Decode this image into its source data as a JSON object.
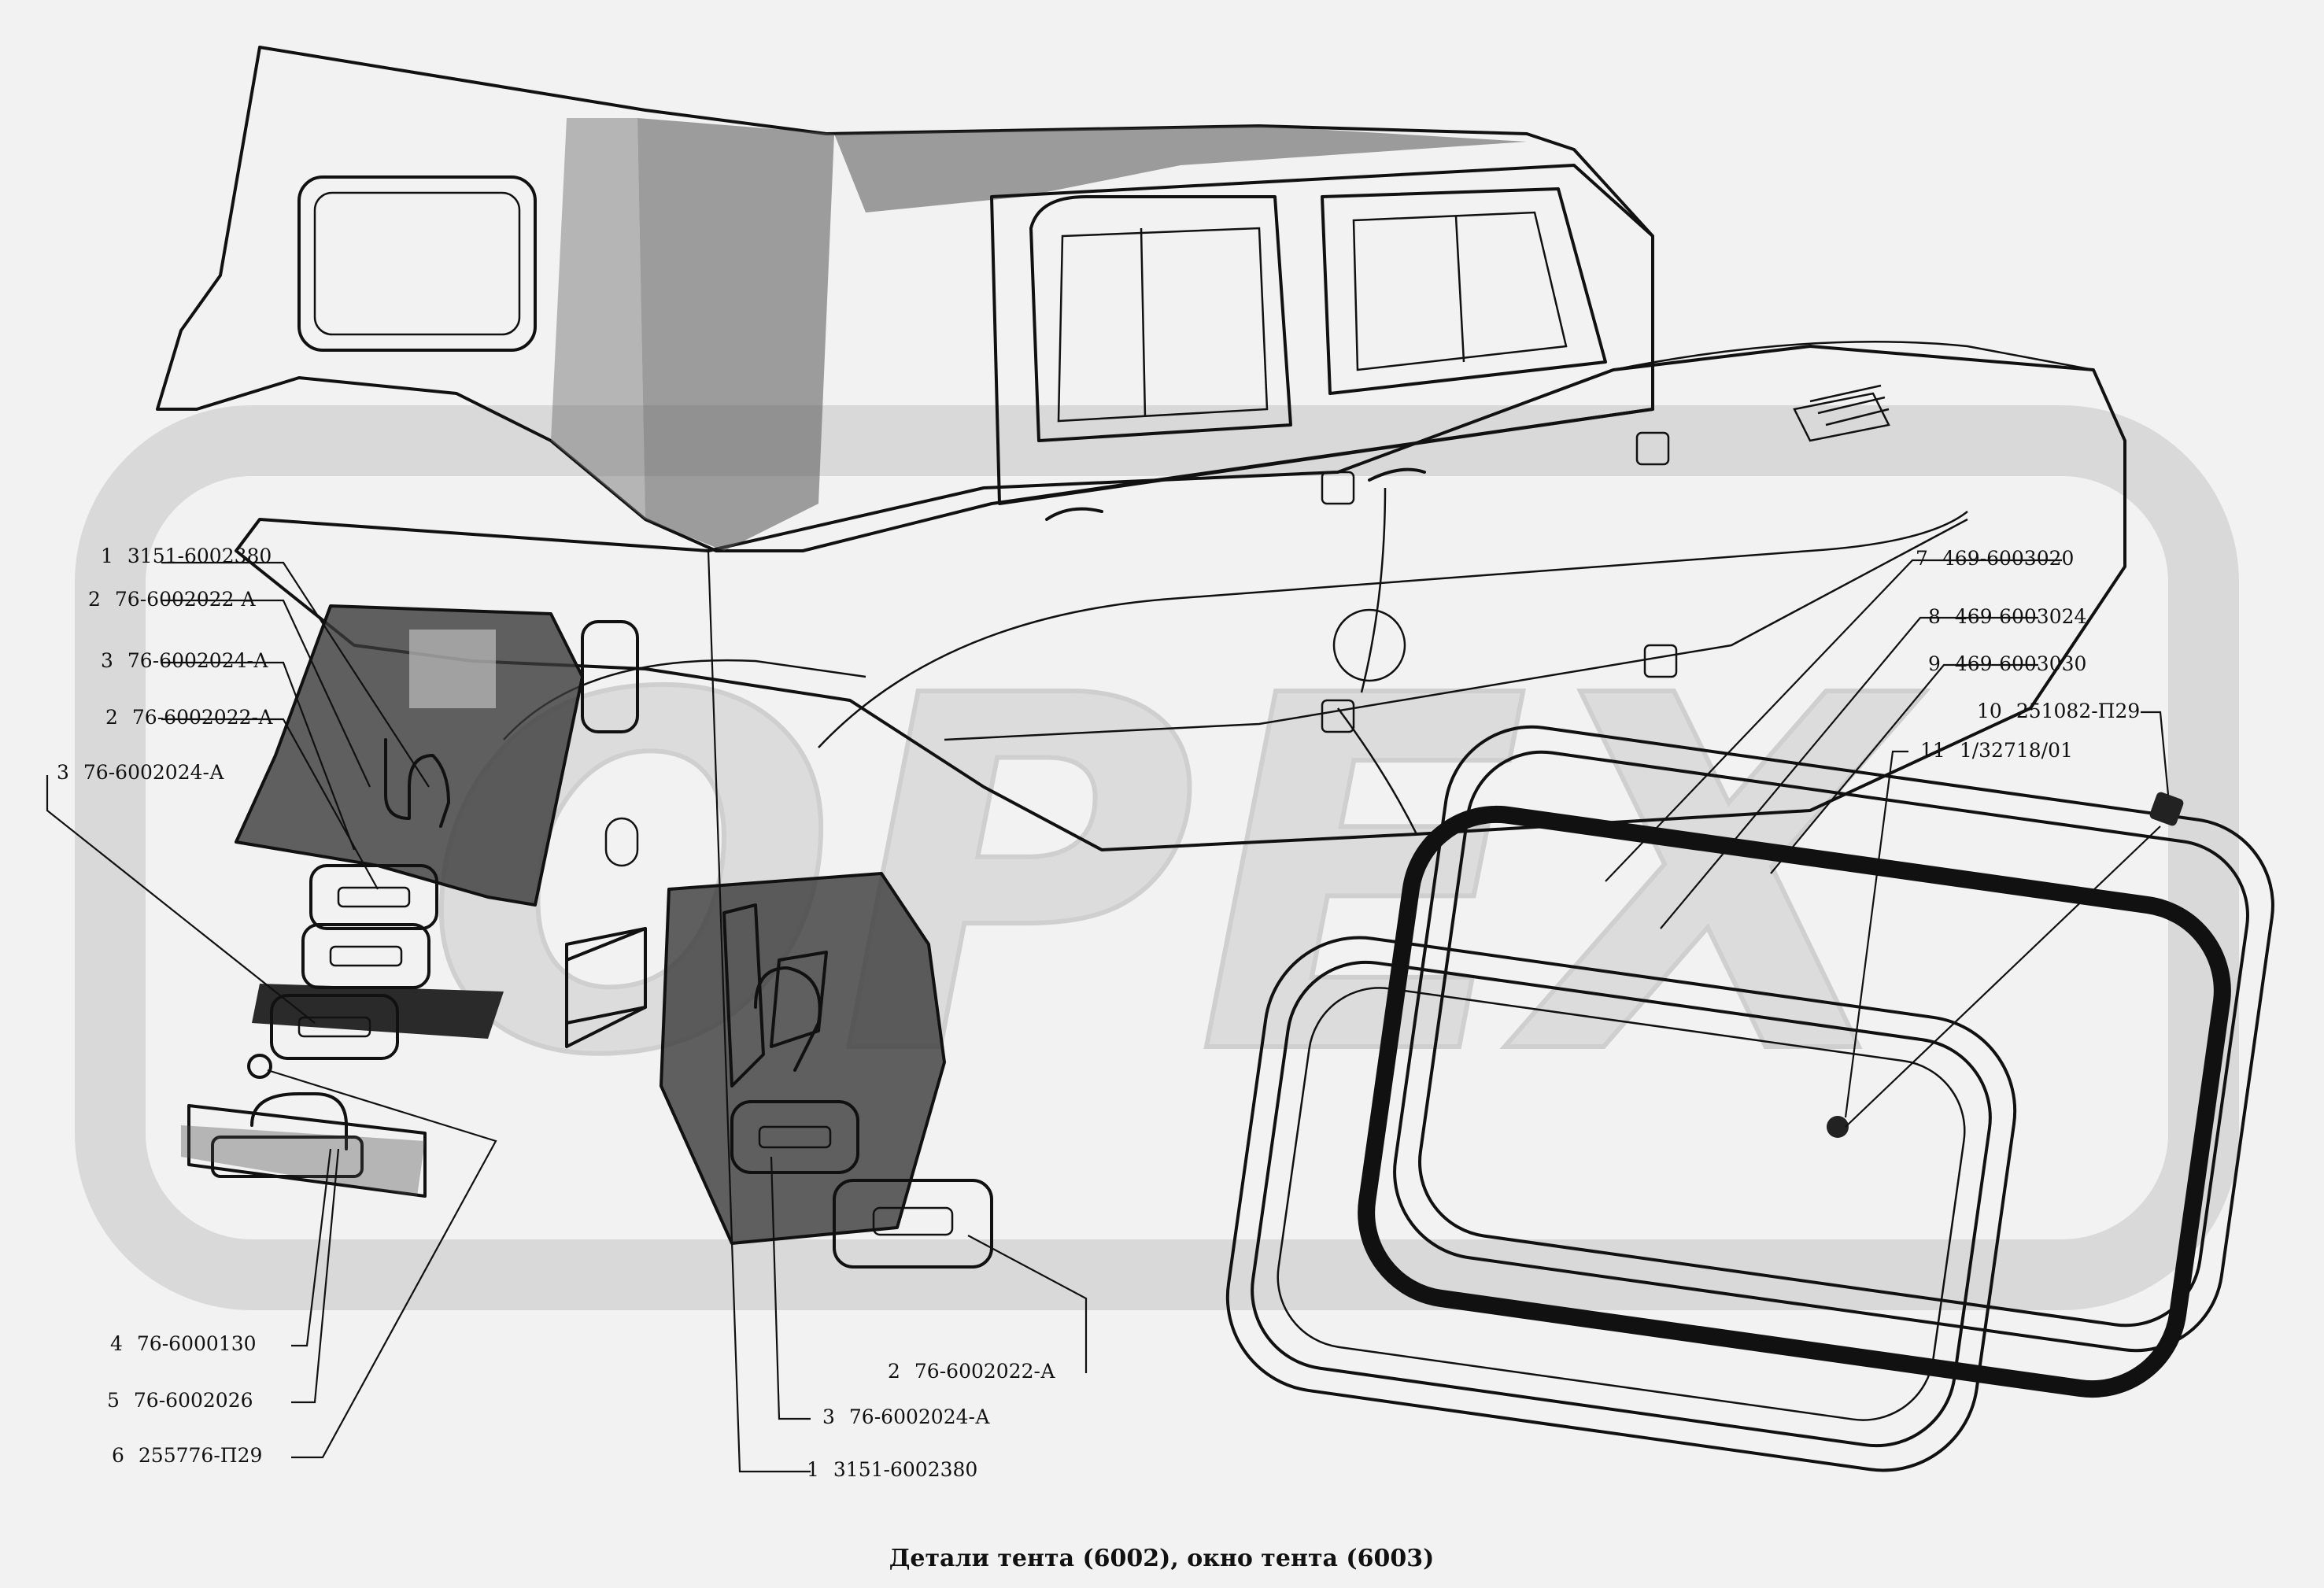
{
  "caption": "Детали тента (6002), окно тента (6003)",
  "watermark": "ОРЕХ",
  "colors": {
    "ink": "#111111",
    "paper": "#f2f2f2",
    "watermark": "#d6d6d6"
  },
  "callouts": [
    {
      "num": "1",
      "part": "3151-6002380"
    },
    {
      "num": "2",
      "part": "76-6002022-А"
    },
    {
      "num": "3",
      "part": "76-6002024-А"
    },
    {
      "num": "2",
      "part": "76-6002022-А"
    },
    {
      "num": "3",
      "part": "76-6002024-А"
    },
    {
      "num": "4",
      "part": "76-6000130"
    },
    {
      "num": "5",
      "part": "76-6002026"
    },
    {
      "num": "6",
      "part": "255776-П29"
    },
    {
      "num": "2",
      "part": "76-6002022-А"
    },
    {
      "num": "3",
      "part": "76-6002024-А"
    },
    {
      "num": "1",
      "part": "3151-6002380"
    },
    {
      "num": "7",
      "part": "469-6003020"
    },
    {
      "num": "8",
      "part": "469-6003024"
    },
    {
      "num": "9",
      "part": "469-6003030"
    },
    {
      "num": "10",
      "part": "251082-П29"
    },
    {
      "num": "11",
      "part": "1/32718/01"
    }
  ]
}
